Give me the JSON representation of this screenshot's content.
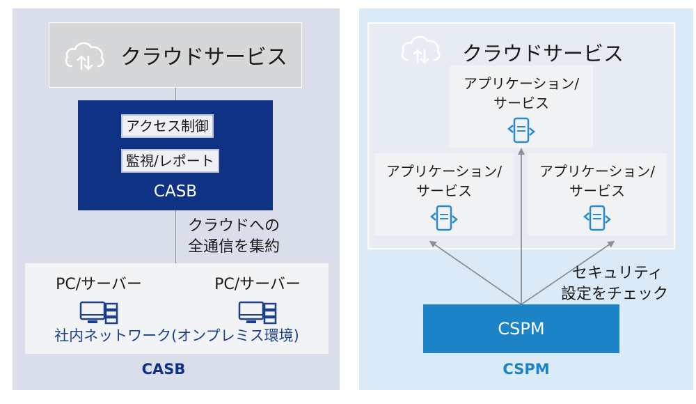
{
  "casb": {
    "cloud_label": "クラウドサービス",
    "tags": [
      "アクセス制御",
      "監視/レポート"
    ],
    "box_label": "CASB",
    "annotation": [
      "クラウドへの",
      "全通信を集約"
    ],
    "pc_labels": [
      "PC/サーバー",
      "PC/サーバー"
    ],
    "network_caption": "社内ネットワーク(オンプレミス環境)",
    "title": "CASB",
    "colors": {
      "panel": "#d9deea",
      "box": "#0f3284",
      "caption": "#1c3f8c"
    }
  },
  "cspm": {
    "cloud_label": "クラウドサービス",
    "apps": [
      {
        "line1": "アプリケーション/",
        "line2": "サービス"
      },
      {
        "line1": "アプリケーション/",
        "line2": "サービス"
      },
      {
        "line1": "アプリケーション/",
        "line2": "サービス"
      }
    ],
    "annotation": [
      "セキュリティ",
      "設定をチェック"
    ],
    "box_label": "CSPM",
    "title": "CSPM",
    "colors": {
      "panel": "#daeaf6",
      "box": "#1c84c6",
      "icon": "#2a8ad0"
    }
  },
  "icons": [
    "cloud-sync-icon",
    "server-pc-icon",
    "mobile-app-icon"
  ]
}
